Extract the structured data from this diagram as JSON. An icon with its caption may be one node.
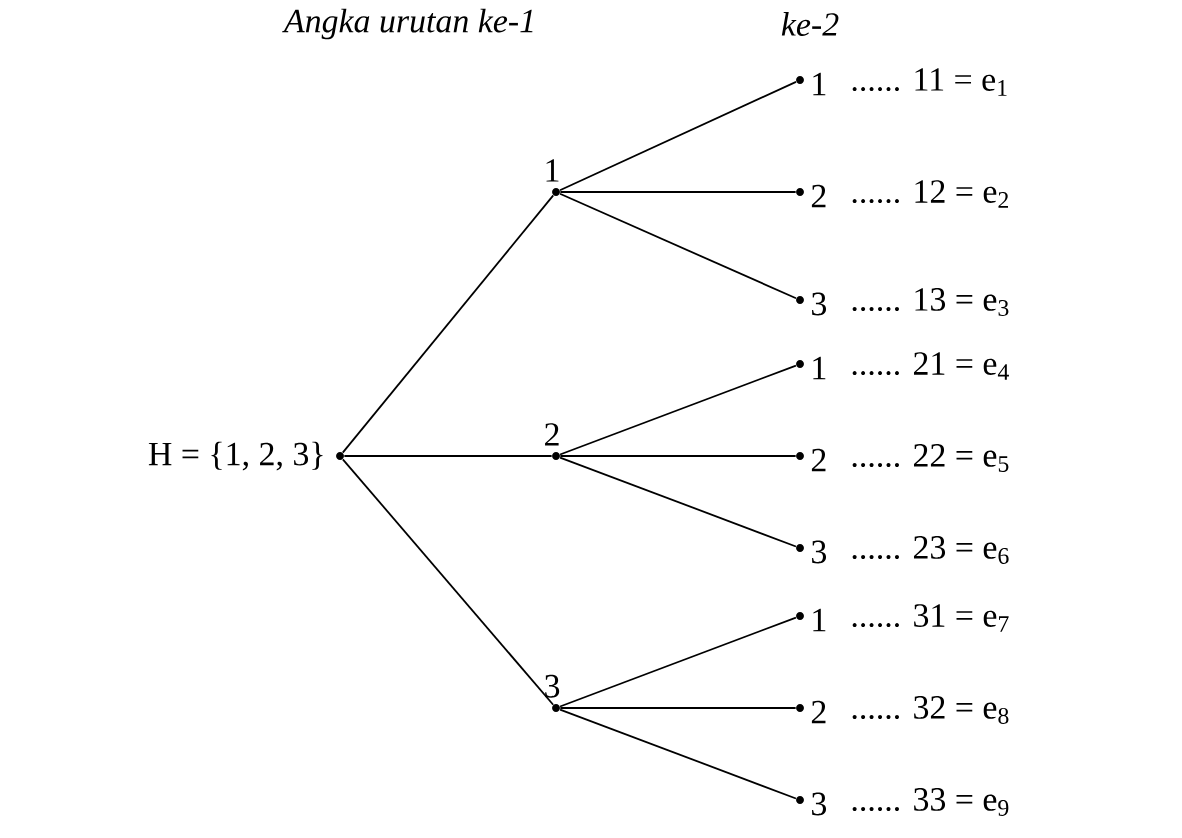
{
  "diagram": {
    "nodes": [
      {
        "text": [
          "H = {1, 2, 3}"
        ]
      },
      {
        "text": [
          "1"
        ]
      },
      {
        "text": [
          "2"
        ]
      },
      {
        "text": [
          "3"
        ]
      },
      {
        "text": [
          "1"
        ],
        "beside": [
          "...... 11 = e$_{1}$"
        ]
      },
      {
        "text": [
          "2"
        ],
        "beside": [
          "...... 12 = e$_{2}$"
        ]
      },
      {
        "text": [
          "3"
        ],
        "beside": [
          "...... 13 = e$_{3}$"
        ]
      },
      {
        "text": [
          "1"
        ],
        "beside": [
          "...... 21 = e$_{4}$"
        ]
      },
      {
        "text": [
          "2"
        ],
        "beside": [
          "...... 22 = e$_{5}$"
        ]
      },
      {
        "text": [
          "3"
        ],
        "beside": [
          "...... 23 = e$_{6}$"
        ]
      },
      {
        "text": [
          "1"
        ],
        "beside": [
          "...... 31 = e$_{7}$"
        ]
      },
      {
        "text": [
          "2"
        ],
        "beside": [
          "...... 32 = e$_{8}$"
        ]
      },
      {
        "text": [
          "3"
        ],
        "beside": [
          "...... 33 = e$_{9}$"
        ]
      }
    ],
    "edges": [
      {
        "from": 0,
        "to": 1,
        "arrow": "none"
      },
      {
        "from": 0,
        "to": 2,
        "arrow": "none"
      },
      {
        "from": 0,
        "to": 3,
        "arrow": "none"
      },
      {
        "from": 1,
        "to": 4,
        "arrow": "none"
      },
      {
        "from": 1,
        "to": 5,
        "arrow": "none"
      },
      {
        "from": 1,
        "to": 6,
        "arrow": "none"
      },
      {
        "from": 2,
        "to": 7,
        "arrow": "none"
      },
      {
        "from": 2,
        "to": 8,
        "arrow": "none"
      },
      {
        "from": 2,
        "to": 9,
        "arrow": "none"
      },
      {
        "from": 3,
        "to": 10,
        "arrow": "none"
      },
      {
        "from": 3,
        "to": 11,
        "arrow": "none"
      },
      {
        "from": 3,
        "to": 12,
        "arrow": "none"
      }
    ],
    "labels": [
      "Angka urutan ke-1",
      "ke-2"
    ]
  }
}
